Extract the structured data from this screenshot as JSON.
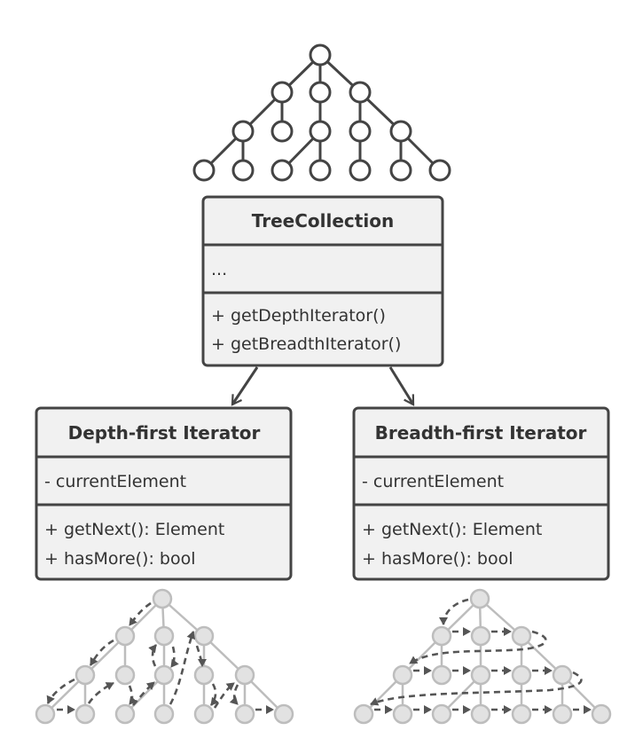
{
  "tree_collection": {
    "name": "TreeCollection",
    "fields": [
      "..."
    ],
    "methods": [
      "+ getDepthIterator()",
      "+ getBreadthIterator()"
    ]
  },
  "depth_iterator": {
    "name": "Depth-first Iterator",
    "fields": [
      "- currentElement"
    ],
    "methods": [
      "+ getNext(): Element",
      "+ hasMore(): bool"
    ]
  },
  "breadth_iterator": {
    "name": "Breadth-first Iterator",
    "fields": [
      "- currentElement"
    ],
    "methods": [
      "+ getNext(): Element",
      "+ hasMore(): bool"
    ]
  },
  "colors": {
    "stroke": "#444444",
    "box_fill": "#f1f1f1",
    "text": "#333333",
    "faded_tree": "#bdbdbd",
    "faded_node_fill": "#e2e2e2",
    "traversal_arrow": "#555555"
  }
}
